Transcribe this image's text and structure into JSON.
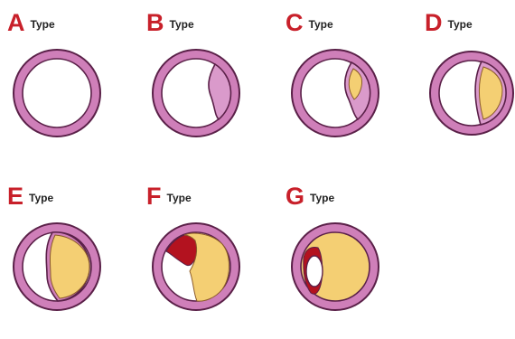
{
  "colors": {
    "letter": "#c8202a",
    "vessel_wall": "#cf7fb9",
    "vessel_wall_inner": "#da9acb",
    "outline": "#5a2048",
    "plaque": "#f4cf73",
    "plaque_inner": "#f7dd93",
    "hemorrhage": "#b3121f"
  },
  "panels": [
    {
      "id": "A",
      "letter": "A",
      "word": "Type",
      "stage": "normal-lumen"
    },
    {
      "id": "B",
      "letter": "B",
      "word": "Type",
      "stage": "intimal-thickening"
    },
    {
      "id": "C",
      "letter": "C",
      "word": "Type",
      "stage": "small-plaque"
    },
    {
      "id": "D",
      "letter": "D",
      "word": "Type",
      "stage": "medium-plaque"
    },
    {
      "id": "E",
      "letter": "E",
      "word": "Type",
      "stage": "large-plaque"
    },
    {
      "id": "F",
      "letter": "F",
      "word": "Type",
      "stage": "plaque-with-hemorrhage"
    },
    {
      "id": "G",
      "letter": "G",
      "word": "Type",
      "stage": "occlusive-plaque-with-hemorrhage"
    }
  ]
}
